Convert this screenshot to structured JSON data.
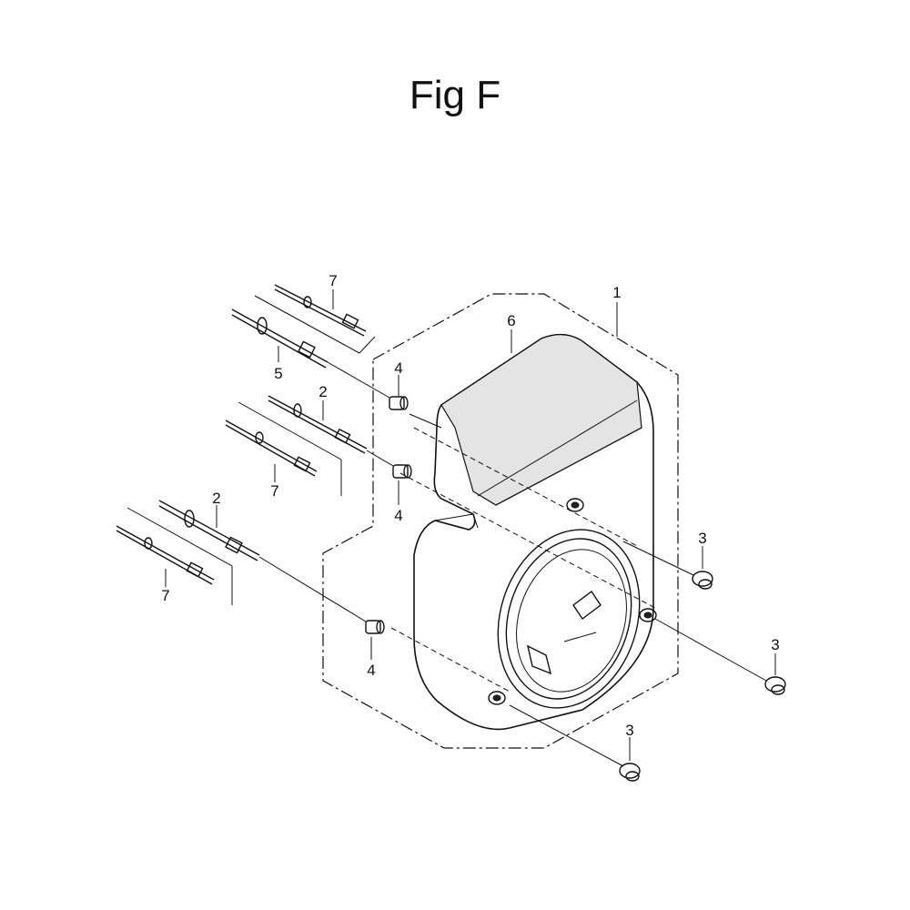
{
  "title": "Fig F",
  "callouts": {
    "c1": "1",
    "c2a": "2",
    "c2b": "2",
    "c3a": "3",
    "c3b": "3",
    "c3c": "3",
    "c4a": "4",
    "c4b": "4",
    "c4c": "4",
    "c5": "5",
    "c6": "6",
    "c7a": "7",
    "c7b": "7",
    "c7c": "7"
  }
}
